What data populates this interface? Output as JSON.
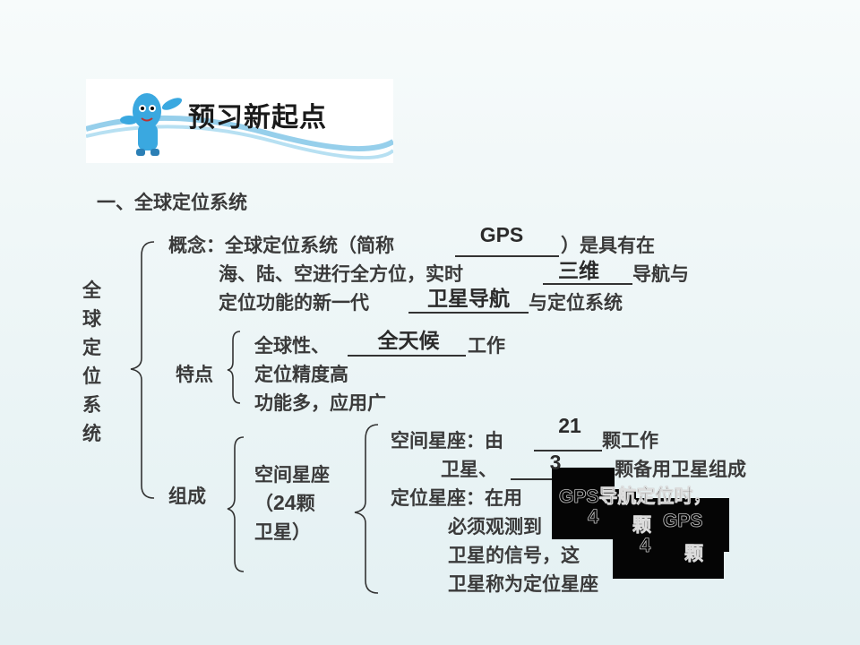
{
  "banner": {
    "title": "预习新起点"
  },
  "heading": "一、全球定位系统",
  "side_label": [
    "全",
    "球",
    "定",
    "位",
    "系",
    "统"
  ],
  "concept": {
    "line1_a": "概念：全球定位系统（简称",
    "line1_b": "）是具有在",
    "line2_a": "海、陆、空进行全方位，实时",
    "line2_b": "导航与",
    "line3_a": "定位功能的新一代",
    "line3_b": "与定位系统",
    "answer_gps": "GPS",
    "answer_3d": "三维",
    "answer_sat": "卫星导航"
  },
  "features": {
    "label": "特点",
    "item1_a": "全球性、",
    "item1_b": "工作",
    "answer_weather": "全天候",
    "item2": "定位精度高",
    "item3": "功能多，应用广"
  },
  "composition": {
    "label": "组成",
    "space": {
      "l1": "空间星座",
      "l2a": "（",
      "l2num": "24",
      "l2b": "颗",
      "l3": "卫星）"
    },
    "row1_a": "空间星座：由",
    "row1_b": "颗工作",
    "answer_21": "21",
    "row2_a": "卫星、",
    "row2_b": "颗备用卫星组成",
    "answer_3": "3",
    "row3": "定位星座：在用",
    "row3_ghost": "GPS导航定位时，",
    "row4": "必须观测到",
    "row4_ans": "4",
    "row4_ghost": "颗",
    "row4_gps": "GPS",
    "row5": "卫星的信号，这",
    "row5_ans": "4",
    "row5_b": "颗",
    "row6": "卫星称为定位星座"
  }
}
